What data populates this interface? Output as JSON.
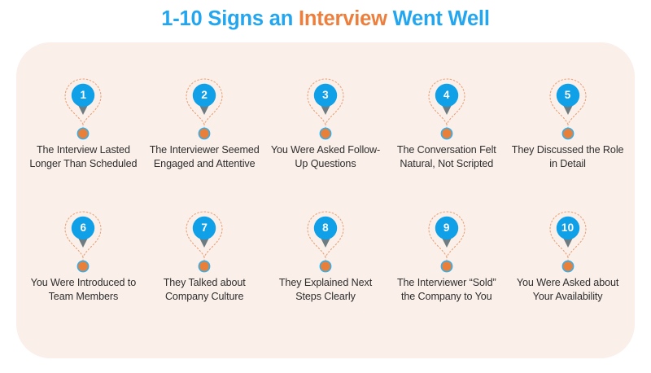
{
  "title": {
    "part1": "1-10 Signs an ",
    "part2": "Interview",
    "part3": " Went Well",
    "color_blue": "#23A6F0",
    "color_orange": "#EE7E3C"
  },
  "card": {
    "background": "#FAEFE9"
  },
  "palette": {
    "pin_circle": "#0FA0E8",
    "pin_tip": "#6E7B80",
    "dot_fill": "#E8803A",
    "dot_ring": "#38AEE8",
    "dotted_outline": "#E8A47C",
    "text": "#2E2E2E"
  },
  "items": [
    {
      "number": "1",
      "label": "The Interview Lasted Longer Than Scheduled"
    },
    {
      "number": "2",
      "label": "The Interviewer Seemed Engaged and Attentive"
    },
    {
      "number": "3",
      "label": "You Were Asked Follow-Up Questions"
    },
    {
      "number": "4",
      "label": "The Conversation Felt Natural, Not Scripted"
    },
    {
      "number": "5",
      "label": "They Discussed the Role in Detail"
    },
    {
      "number": "6",
      "label": "You Were Introduced to Team Members"
    },
    {
      "number": "7",
      "label": "They Talked about Company Culture"
    },
    {
      "number": "8",
      "label": "They Explained Next Steps Clearly"
    },
    {
      "number": "9",
      "label": "The Interviewer “Sold” the Company to You"
    },
    {
      "number": "10",
      "label": "You Were Asked about Your Availability"
    }
  ]
}
